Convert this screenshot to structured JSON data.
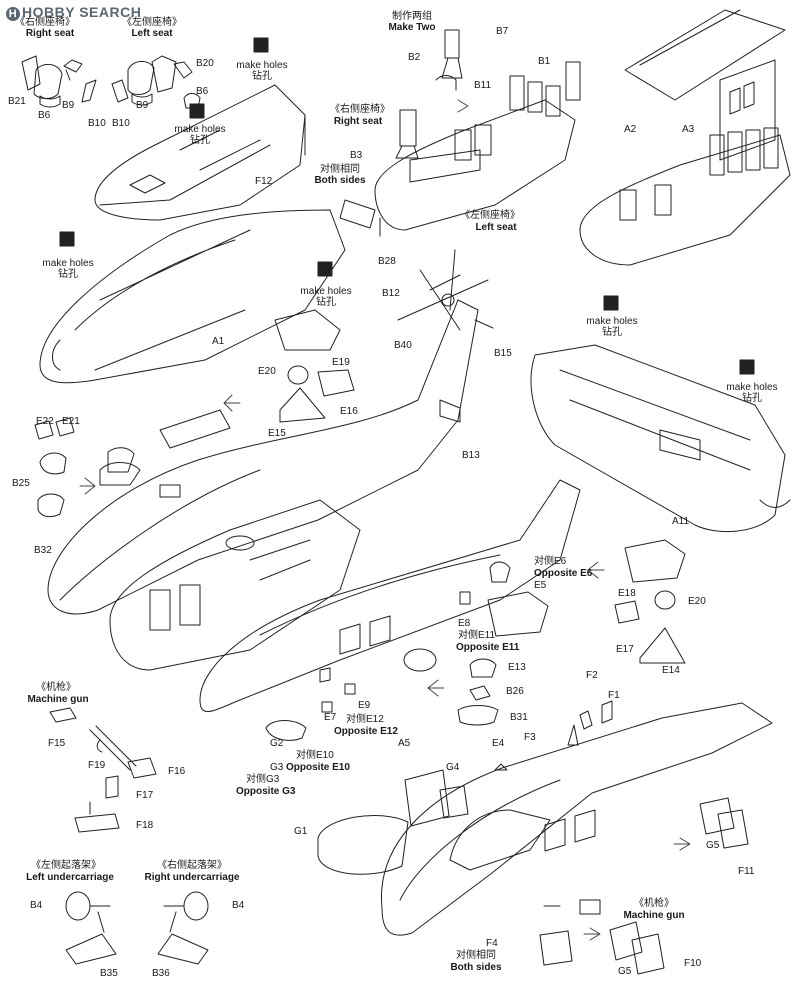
{
  "watermark": "HOBBY SEARCH",
  "labels": {
    "right_seat_cn_top": "《右侧座椅》",
    "right_seat_top": "Right seat",
    "left_seat_cn_top": "《左侧座椅》",
    "left_seat_top": "Left seat",
    "b20": "B20",
    "b6a": "B6",
    "b6b": "B6",
    "b21": "B21",
    "b9a": "B9",
    "b9b": "B9",
    "b10a": "B10",
    "b10b": "B10",
    "make_holes": "make holes",
    "drill_cn": "钻孔",
    "f12": "F12",
    "make_two_cn": "制作两组",
    "make_two": "Make Two",
    "b7": "B7",
    "b2": "B2",
    "b11": "B11",
    "b1": "B1",
    "b3": "B3",
    "right_seat_cn_mid": "《右侧座椅》",
    "right_seat_mid": "Right seat",
    "both_sides_cn": "对侧相同",
    "both_sides": "Both sides",
    "left_seat_cn_mid": "《左侧座椅》",
    "left_seat_mid": "Left seat",
    "b28": "B28",
    "a2": "A2",
    "a3": "A3",
    "a1": "A1",
    "b12": "B12",
    "b40": "B40",
    "b15": "B15",
    "e19": "E19",
    "e20a": "E20",
    "e16": "E16",
    "e15": "E15",
    "b13": "B13",
    "e22": "E22",
    "e21": "E21",
    "b25": "B25",
    "b32": "B32",
    "a11": "A11",
    "opp_e6_cn": "对侧E6",
    "opp_e6": "Opposite E6",
    "e5": "E5",
    "e8": "E8",
    "opp_e11_cn": "对侧E11",
    "opp_e11": "Opposite E11",
    "e13": "E13",
    "b26": "B26",
    "b31": "B31",
    "e18": "E18",
    "e20b": "E20",
    "e17": "E17",
    "e14": "E14",
    "machine_gun_cn": "《机枪》",
    "machine_gun": "Machine gun",
    "f15": "F15",
    "f19": "F19",
    "f16": "F16",
    "f17": "F17",
    "f18": "F18",
    "e7": "E7",
    "e9": "E9",
    "opp_e12_cn": "对侧E12",
    "opp_e12": "Opposite E12",
    "g2": "G2",
    "opp_e10_cn": "对侧E10",
    "opp_e10": "Opposite E10",
    "g3": "G3",
    "opp_g3_cn": "对侧G3",
    "opp_g3": "Opposite G3",
    "f2": "F2",
    "f1": "F1",
    "f3": "F3",
    "a5": "A5",
    "e4": "E4",
    "g4": "G4",
    "g1": "G1",
    "g5a": "G5",
    "f11": "F11",
    "machine_gun_cn2": "《机枪》",
    "machine_gun2": "Machine gun",
    "f4": "F4",
    "both_sides_cn2": "对侧相同",
    "both_sides2": "Both sides",
    "g5b": "G5",
    "f10": "F10",
    "left_uc_cn": "《左侧起落架》",
    "left_uc": "Left undercarriage",
    "right_uc_cn": "《右侧起落架》",
    "right_uc": "Right undercarriage",
    "b4a": "B4",
    "b4b": "B4",
    "b35": "B35",
    "b36": "B36"
  }
}
